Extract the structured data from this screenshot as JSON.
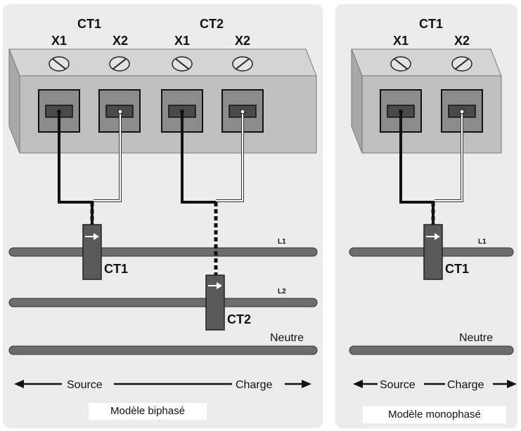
{
  "models": {
    "biphase": {
      "caption": "Modèle biphasé",
      "terminal_groups": [
        {
          "label": "CT1",
          "terminals": [
            "X1",
            "X2"
          ]
        },
        {
          "label": "CT2",
          "terminals": [
            "X1",
            "X2"
          ]
        }
      ],
      "conductors": [
        {
          "label": "L1",
          "ct_label": "CT1"
        },
        {
          "label": "L2",
          "ct_label": "CT2"
        },
        {
          "label": "Neutre"
        }
      ],
      "source_label": "Source",
      "load_label": "Charge"
    },
    "monophase": {
      "caption": "Modèle monophasé",
      "terminal_groups": [
        {
          "label": "CT1",
          "terminals": [
            "X1",
            "X2"
          ]
        }
      ],
      "conductors": [
        {
          "label": "L1",
          "ct_label": "CT1"
        },
        {
          "label": "Neutre"
        }
      ],
      "source_label": "Source",
      "load_label": "Charge"
    }
  },
  "colors": {
    "panel_bg": "#ececec",
    "block_front": "#bfbfbf",
    "block_top": "#d4d4d4",
    "block_side": "#a8a8a8",
    "socket_outer": "#8c8c8c",
    "socket_inner": "#4a4a4a",
    "wire_black": "#111111",
    "wire_white": "#ffffff",
    "conductor": "#6d6d6d",
    "ct_body": "#5a5a5a"
  },
  "icons": [
    "screw-icon",
    "arrow-right-icon",
    "arrow-left-icon"
  ]
}
